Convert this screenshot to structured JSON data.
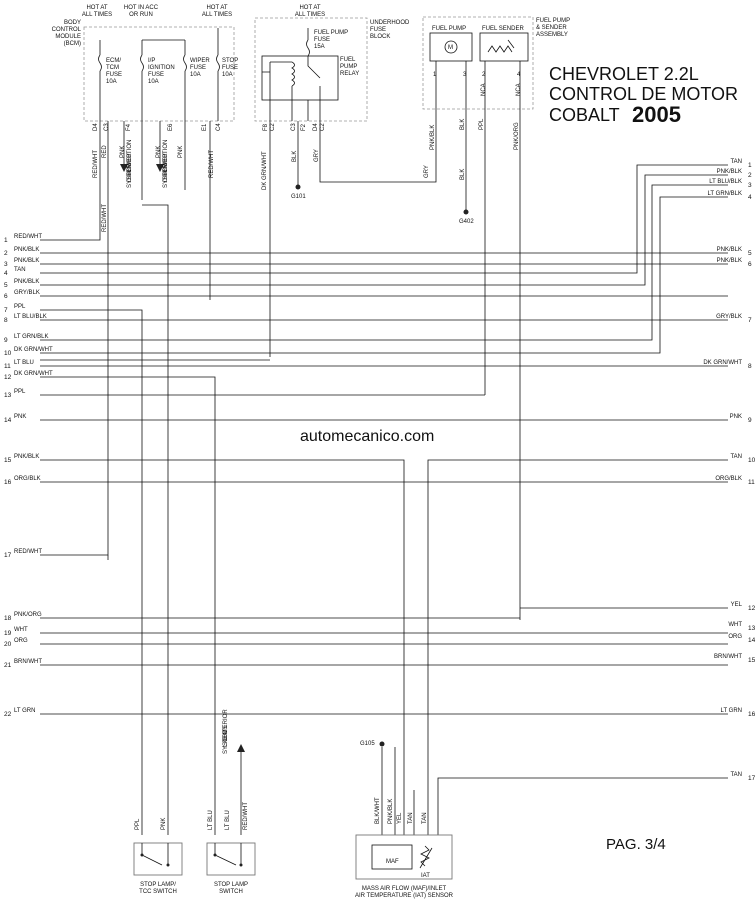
{
  "header": {
    "line1": "CHEVROLET 2.2L",
    "line2": "CONTROL DE MOTOR",
    "line3": "COBALT",
    "year": "2005"
  },
  "watermark": "automecanico.com",
  "page_label": "PAG. 3/4",
  "top": {
    "hot_all_times_1": [
      "HOT AT",
      "ALL TIMES"
    ],
    "hot_acc_run": [
      "HOT IN ACC",
      "OR RUN"
    ],
    "hot_all_times_2": [
      "HOT AT",
      "ALL TIMES"
    ],
    "hot_all_times_3": [
      "HOT AT",
      "ALL TIMES"
    ],
    "bcm": [
      "BODY",
      "CONTROL",
      "MODULE",
      "(BCM)"
    ],
    "fuses": [
      {
        "lines": [
          "ECM/",
          "TCM",
          "FUSE",
          "10A"
        ]
      },
      {
        "lines": [
          "I/P",
          "IGNITION",
          "FUSE",
          "10A"
        ]
      },
      {
        "lines": [
          "WIPER",
          "FUSE",
          "10A"
        ]
      },
      {
        "lines": [
          "STOP",
          "FUSE",
          "10A"
        ]
      }
    ],
    "bcm_pins": [
      "D4",
      "C3",
      "F4",
      "E6",
      "E1",
      "C4"
    ],
    "fuel_pump_fuse": [
      "FUEL PUMP",
      "FUSE",
      "15A"
    ],
    "underhood": [
      "UNDERHOOD",
      "FUSE",
      "BLOCK"
    ],
    "fp_relay": [
      "FUEL",
      "PUMP",
      "RELAY"
    ],
    "ufb_pins": [
      "F8",
      "C2",
      "C3",
      "F2",
      "D4",
      "C2"
    ],
    "fuel_pump": "FUEL PUMP",
    "fuel_sender": "FUEL SENDER",
    "fp_assembly": [
      "FUEL PUMP",
      "& SENDER",
      "ASSEMBLY"
    ],
    "fp_pins": [
      "1",
      "3",
      "2",
      "4"
    ],
    "nca": [
      "NCA",
      "NCA"
    ],
    "pds": [
      "POWER",
      "DISTRIBUTION",
      "SYSTEM"
    ]
  },
  "wire_labels": {
    "v_red_wht_1": "RED/WHT",
    "v_red": "RED",
    "v_pnk_1": "PNK",
    "v_pnk_2": "PNK",
    "v_pnk_3": "PNK",
    "v_red_wht_2": "RED/WHT",
    "v_dk_grn_wht": "DK GRN/WHT",
    "v_blk_1": "BLK",
    "v_gry": "GRY",
    "v_pnk_blk": "PNK/BLK",
    "v_blk_2": "BLK",
    "v_ppl": "PPL",
    "v_pnk_org": "PNK/ORG",
    "v_red_wht_3": "RED/WHT",
    "h_gry": "GRY",
    "h_blk": "BLK"
  },
  "grounds": [
    "G101",
    "G402",
    "G105"
  ],
  "left_connector": [
    {
      "n": "1",
      "label": "RED/WHT"
    },
    {
      "n": "2",
      "label": "PNK/BLK"
    },
    {
      "n": "3",
      "label": "PNK/BLK"
    },
    {
      "n": "4",
      "label": "TAN"
    },
    {
      "n": "5",
      "label": "PNK/BLK"
    },
    {
      "n": "6",
      "label": "GRY/BLK"
    },
    {
      "n": "7",
      "label": "PPL"
    },
    {
      "n": "8",
      "label": "LT BLU/BLK"
    },
    {
      "n": "9",
      "label": "LT GRN/BLK"
    },
    {
      "n": "10",
      "label": "DK GRN/WHT"
    },
    {
      "n": "11",
      "label": "LT BLU"
    },
    {
      "n": "12",
      "label": "DK GRN/WHT"
    },
    {
      "n": "13",
      "label": "PPL"
    },
    {
      "n": "14",
      "label": "PNK"
    },
    {
      "n": "15",
      "label": "PNK/BLK"
    },
    {
      "n": "16",
      "label": "ORG/BLK"
    },
    {
      "n": "17",
      "label": "RED/WHT"
    },
    {
      "n": "18",
      "label": "PNK/ORG"
    },
    {
      "n": "19",
      "label": "WHT"
    },
    {
      "n": "20",
      "label": "ORG"
    },
    {
      "n": "21",
      "label": "BRN/WHT"
    },
    {
      "n": "22",
      "label": "LT GRN"
    }
  ],
  "right_top": [
    {
      "n": "1",
      "label": "TAN"
    },
    {
      "n": "2",
      "label": "PNK/BLK"
    },
    {
      "n": "3",
      "label": "LT BLU/BLK"
    },
    {
      "n": "4",
      "label": "LT GRN/BLK"
    }
  ],
  "right_main": [
    {
      "n": "5",
      "label": "PNK/BLK"
    },
    {
      "n": "6",
      "label": "PNK/BLK"
    },
    {
      "n": "7",
      "label": "GRY/BLK"
    },
    {
      "n": "8",
      "label": "DK GRN/WHT"
    },
    {
      "n": "9",
      "label": "PNK"
    },
    {
      "n": "10",
      "label": "TAN"
    },
    {
      "n": "11",
      "label": "ORG/BLK"
    },
    {
      "n": "12",
      "label": "YEL"
    },
    {
      "n": "13",
      "label": "WHT"
    },
    {
      "n": "14",
      "label": "ORG"
    },
    {
      "n": "15",
      "label": "BRN/WHT"
    },
    {
      "n": "16",
      "label": "LT GRN"
    },
    {
      "n": "17",
      "label": "TAN"
    }
  ],
  "bottom": {
    "exterior_lights": [
      "EXTERIOR",
      "LIGHTS",
      "SYSTEM"
    ],
    "stop_tcc_wires": [
      "PPL",
      "PNK"
    ],
    "stop_lamp_wires": [
      "LT BLU",
      "LT BLU",
      "RED/WHT"
    ],
    "maf_wires": [
      "BLK/WHT",
      "PNK/BLK",
      "YEL",
      "TAN",
      "TAN"
    ],
    "stop_tcc_switch": [
      "STOP LAMP/",
      "TCC SWITCH"
    ],
    "stop_lamp_switch": [
      "STOP LAMP",
      "SWITCH"
    ],
    "maf_sensor": [
      "MASS AIR FLOW (MAF)/INLET",
      "AIR TEMPERATURE (IAT) SENSOR"
    ],
    "maf": "MAF",
    "iat": "IAT"
  }
}
